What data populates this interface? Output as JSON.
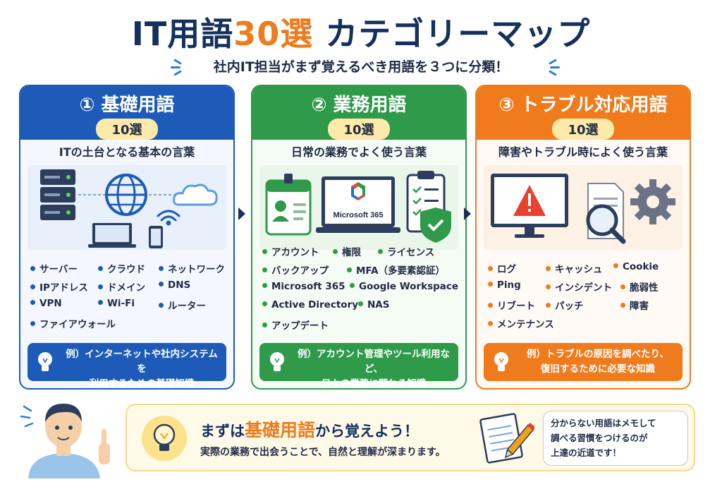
{
  "header": {
    "title_prefix": "IT用語",
    "title_number": "30選",
    "title_suffix": " カテゴリーマップ",
    "subtitle": "社内IT担当がまず覚えるべき用語を３つに分類！"
  },
  "categories": [
    {
      "title": "① 基礎用語",
      "count": "10選",
      "description": "ITの土台となる基本の言葉",
      "rows": [
        [
          "サーバー",
          "クラウド",
          "ネットワーク"
        ],
        [
          "IPアドレス",
          "ドメイン",
          "DNS"
        ],
        [
          "VPN",
          "Wi-Fi",
          "ルーター"
        ],
        [
          "ファイアウォール"
        ]
      ],
      "example_line1": "例）インターネットや社内システムを",
      "example_line2": "利用するための基礎知識"
    },
    {
      "title": "② 業務用語",
      "count": "10選",
      "description": "日常の業務でよく使う言葉",
      "app_label": "Microsoft 365",
      "rows": [
        [
          "アカウント",
          "権限",
          "ライセンス"
        ],
        [
          "バックアップ",
          "MFA（多要素認証）"
        ],
        [
          "Microsoft 365",
          "Google Workspace"
        ],
        [
          "Active Directory",
          "NAS"
        ],
        [
          "アップデート"
        ]
      ],
      "example_line1": "例）アカウント管理やツール利用など、",
      "example_line2": "日々の業務に関わる知識"
    },
    {
      "title": "③ トラブル対応用語",
      "count": "10選",
      "description": "障害やトラブル時によく使う言葉",
      "rows": [
        [
          "ログ",
          "キャッシュ",
          "Cookie"
        ],
        [
          "Ping",
          "インシデント",
          "脆弱性"
        ],
        [
          "リブート",
          "パッチ",
          "障害"
        ],
        [
          "メンテナンス"
        ]
      ],
      "example_line1": "例）トラブルの原因を調べたり、",
      "example_line2": "復旧するために必要な知識"
    }
  ],
  "footer": {
    "message_prefix": "まずは",
    "message_highlight": "基礎用語",
    "message_suffix": "から覚えよう！",
    "sub_message": "実際の業務で出会うことで、自然と理解が深まります。",
    "tip_line1": "分からない用語はメモして",
    "tip_line2": "調べる習慣をつけるのが",
    "tip_line3": "上達の近道です！"
  },
  "colors": {
    "navy": "#14305e",
    "blue": "#1e5bb8",
    "green": "#2f9a4a",
    "orange": "#f07b1d",
    "badge_yellow": "#fde9a8"
  },
  "icons": [
    "server-icon",
    "globe-icon",
    "cloud-icon",
    "laptop-icon",
    "smartphone-icon",
    "wifi-icon",
    "id-card-icon",
    "monitor-icon",
    "checklist-icon",
    "shield-check-icon",
    "warning-monitor-icon",
    "document-icon",
    "magnifier-icon",
    "gear-icon",
    "lightbulb-icon",
    "notebook-pencil-icon"
  ]
}
